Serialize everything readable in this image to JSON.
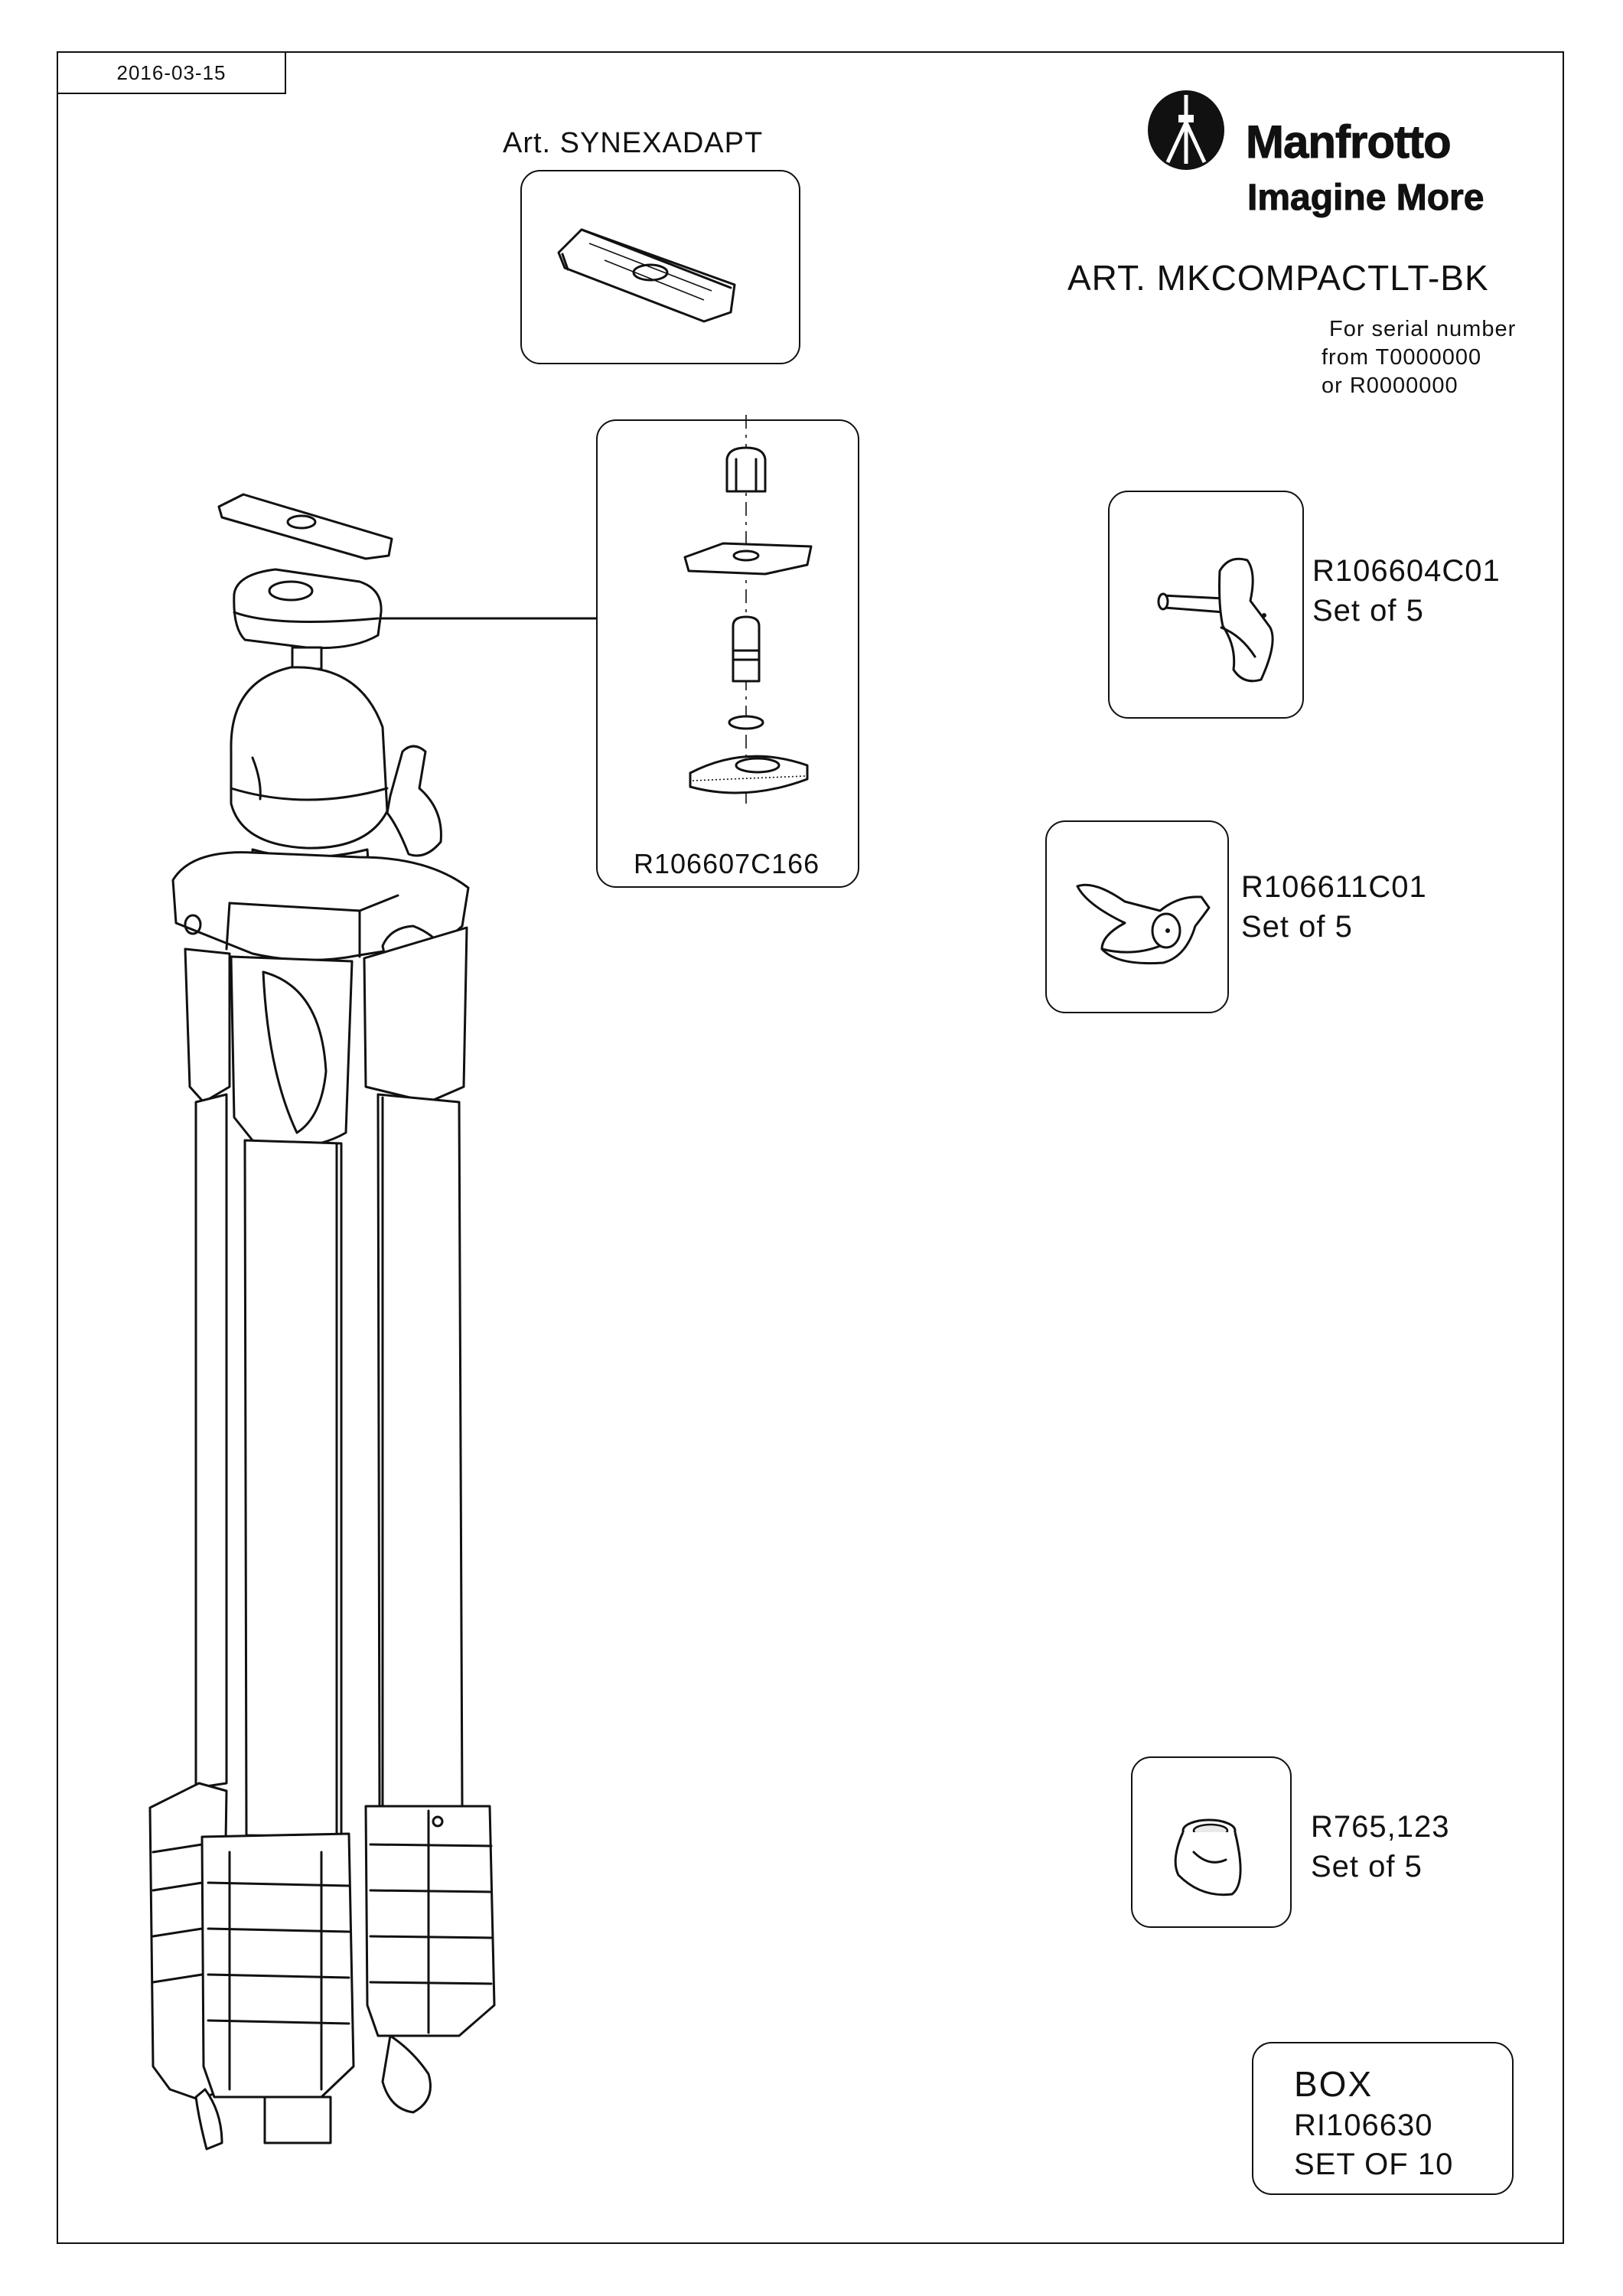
{
  "header": {
    "date": "2016-03-15",
    "logo_brand": "Manfrotto",
    "logo_tagline": "Imagine More",
    "article": "ART. MKCOMPACTLT-BK",
    "serial_lines": [
      "For serial number",
      "from T0000000",
      "or R0000000"
    ]
  },
  "parts": {
    "synexadapt_label": "Art. SYNEXADAPT",
    "head_kit_code": "R106607C166",
    "knob_a": {
      "code": "R106604C01",
      "qty": "Set of 5"
    },
    "knob_b": {
      "code": "R106611C01",
      "qty": "Set of 5"
    },
    "foot": {
      "code": "R765,123",
      "qty": "Set of 5"
    },
    "box": {
      "title": "BOX",
      "code": "RI106630",
      "qty": "SET OF 10"
    }
  }
}
